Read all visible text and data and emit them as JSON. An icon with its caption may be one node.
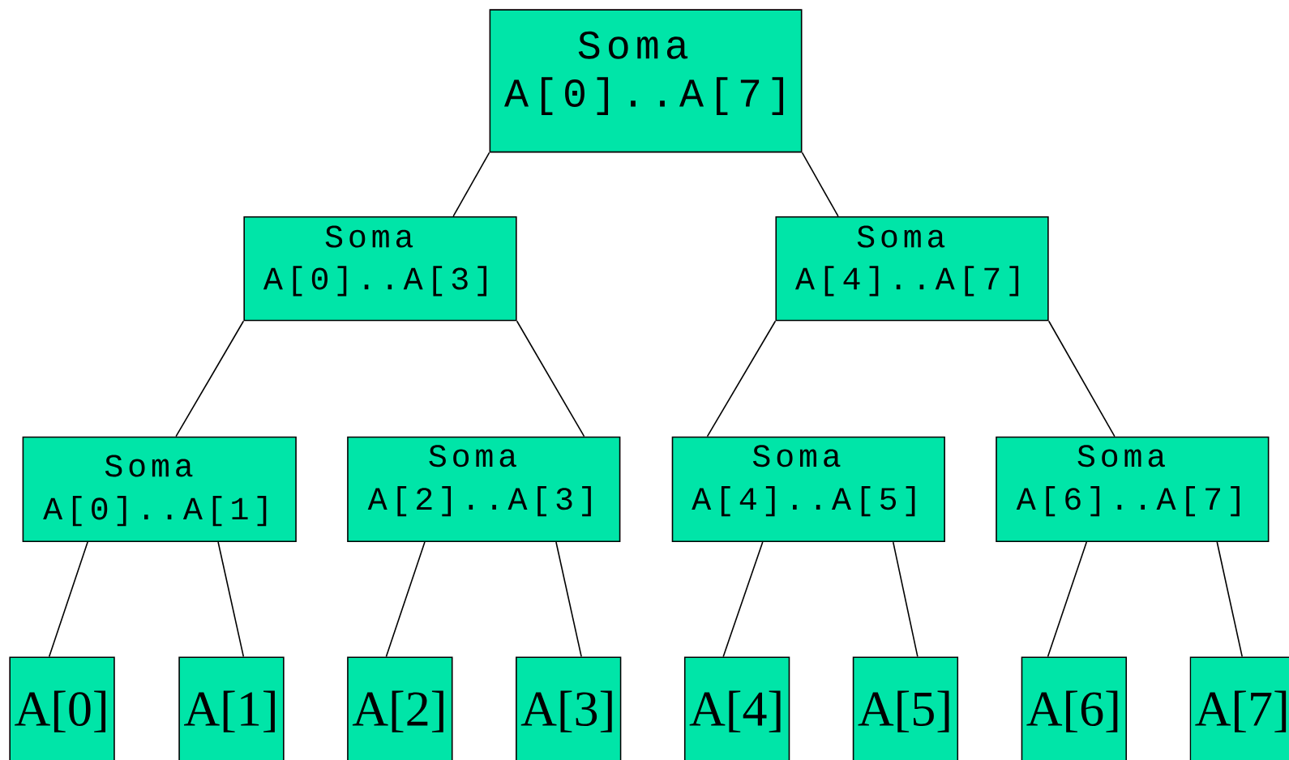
{
  "diagram": {
    "nodes": [
      {
        "text": [
          "Soma",
          "A[0]..A[7]"
        ]
      },
      {
        "text": [
          "Soma",
          "A[0]..A[3]"
        ]
      },
      {
        "text": [
          "Soma",
          "A[4]..A[7]"
        ]
      },
      {
        "text": [
          "Soma",
          "A[0]..A[1]"
        ]
      },
      {
        "text": [
          "Soma",
          "A[2]..A[3]"
        ]
      },
      {
        "text": [
          "Soma",
          "A[4]..A[5]"
        ]
      },
      {
        "text": [
          "Soma",
          "A[6]..A[7]"
        ]
      },
      {
        "text": [
          "A[0]"
        ]
      },
      {
        "text": [
          "A[1]"
        ]
      },
      {
        "text": [
          "A[2]"
        ]
      },
      {
        "text": [
          "A[3]"
        ]
      },
      {
        "text": [
          "A[4]"
        ]
      },
      {
        "text": [
          "A[5]"
        ]
      },
      {
        "text": [
          "A[6]"
        ]
      },
      {
        "text": [
          "A[7]"
        ]
      }
    ],
    "edges": [
      {
        "from": 0,
        "to": 1,
        "arrow": "none"
      },
      {
        "from": 0,
        "to": 2,
        "arrow": "none"
      },
      {
        "from": 1,
        "to": 3,
        "arrow": "none"
      },
      {
        "from": 1,
        "to": 4,
        "arrow": "none"
      },
      {
        "from": 2,
        "to": 5,
        "arrow": "none"
      },
      {
        "from": 2,
        "to": 6,
        "arrow": "none"
      },
      {
        "from": 3,
        "to": 7,
        "arrow": "none"
      },
      {
        "from": 3,
        "to": 8,
        "arrow": "none"
      },
      {
        "from": 4,
        "to": 9,
        "arrow": "none"
      },
      {
        "from": 4,
        "to": 10,
        "arrow": "none"
      },
      {
        "from": 5,
        "to": 11,
        "arrow": "none"
      },
      {
        "from": 5,
        "to": 12,
        "arrow": "none"
      },
      {
        "from": 6,
        "to": 13,
        "arrow": "none"
      },
      {
        "from": 6,
        "to": 14,
        "arrow": "none"
      }
    ]
  }
}
